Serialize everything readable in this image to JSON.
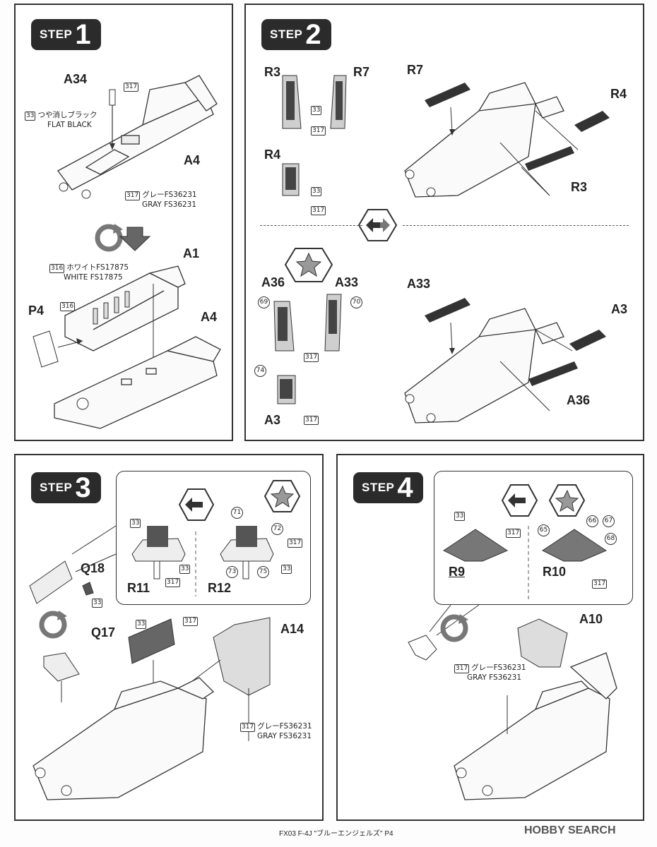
{
  "steps": {
    "s1": {
      "word": "STEP",
      "num": "1"
    },
    "s2": {
      "word": "STEP",
      "num": "2"
    },
    "s3": {
      "word": "STEP",
      "num": "3"
    },
    "s4": {
      "word": "STEP",
      "num": "4"
    }
  },
  "step1": {
    "a34": "A34",
    "a4_top": "A4",
    "a1": "A1",
    "p4": "P4",
    "a4_bottom": "A4",
    "c317_a": "317",
    "c33": "33",
    "flat_black_jp": "つや消しブラック",
    "flat_black_en": "FLAT BLACK",
    "c317_b": "317",
    "gray_jp": "グレーFS36231",
    "gray_en": "GRAY FS36231",
    "c316_a": "316",
    "white_jp": "ホワイトFS17875",
    "white_en": "WHITE FS17875",
    "c316_b": "316"
  },
  "step2": {
    "r3": "R3",
    "r7": "R7",
    "r4": "R4",
    "c33a": "33",
    "c317a": "317",
    "c33b": "33",
    "c317b": "317",
    "r7_big": "R7",
    "r4_big": "R4",
    "r3_big": "R3",
    "a36": "A36",
    "a33": "A33",
    "a3": "A3",
    "c69": "69",
    "c70": "70",
    "c74": "74",
    "c317c": "317",
    "c317d": "317",
    "a33_big": "A33",
    "a3_big": "A3",
    "a36_big": "A36"
  },
  "step3": {
    "q18": "Q18",
    "c33q": "33",
    "r11": "R11",
    "r12": "R12",
    "q17": "Q17",
    "a14": "A14",
    "c33r11": "33",
    "c33r11b": "33",
    "c317r11": "317",
    "c71": "71",
    "c72": "72",
    "c317r12": "317",
    "c73": "73",
    "c75": "75",
    "c33r12": "33",
    "c33q17": "33",
    "c317q17": "317",
    "c317gray": "317",
    "gray_jp": "グレーFS36231",
    "gray_en": "GRAY FS36231"
  },
  "step4": {
    "r9": "R9",
    "r10": "R10",
    "a10": "A10",
    "c33": "33",
    "c317a": "317",
    "c66": "66",
    "c67": "67",
    "c65": "65",
    "c68": "68",
    "c317b": "317",
    "c317gray": "317",
    "gray_jp": "グレーFS36231",
    "gray_en": "GRAY FS36231"
  },
  "footer": "FX03 F-4J \"ブルーエンジェルズ\" P4",
  "watermark": "HOBBY SEARCH",
  "icons": [
    "rotate-icon",
    "arrow-down-icon",
    "choice-arrows-icon",
    "star-badge-icon"
  ]
}
